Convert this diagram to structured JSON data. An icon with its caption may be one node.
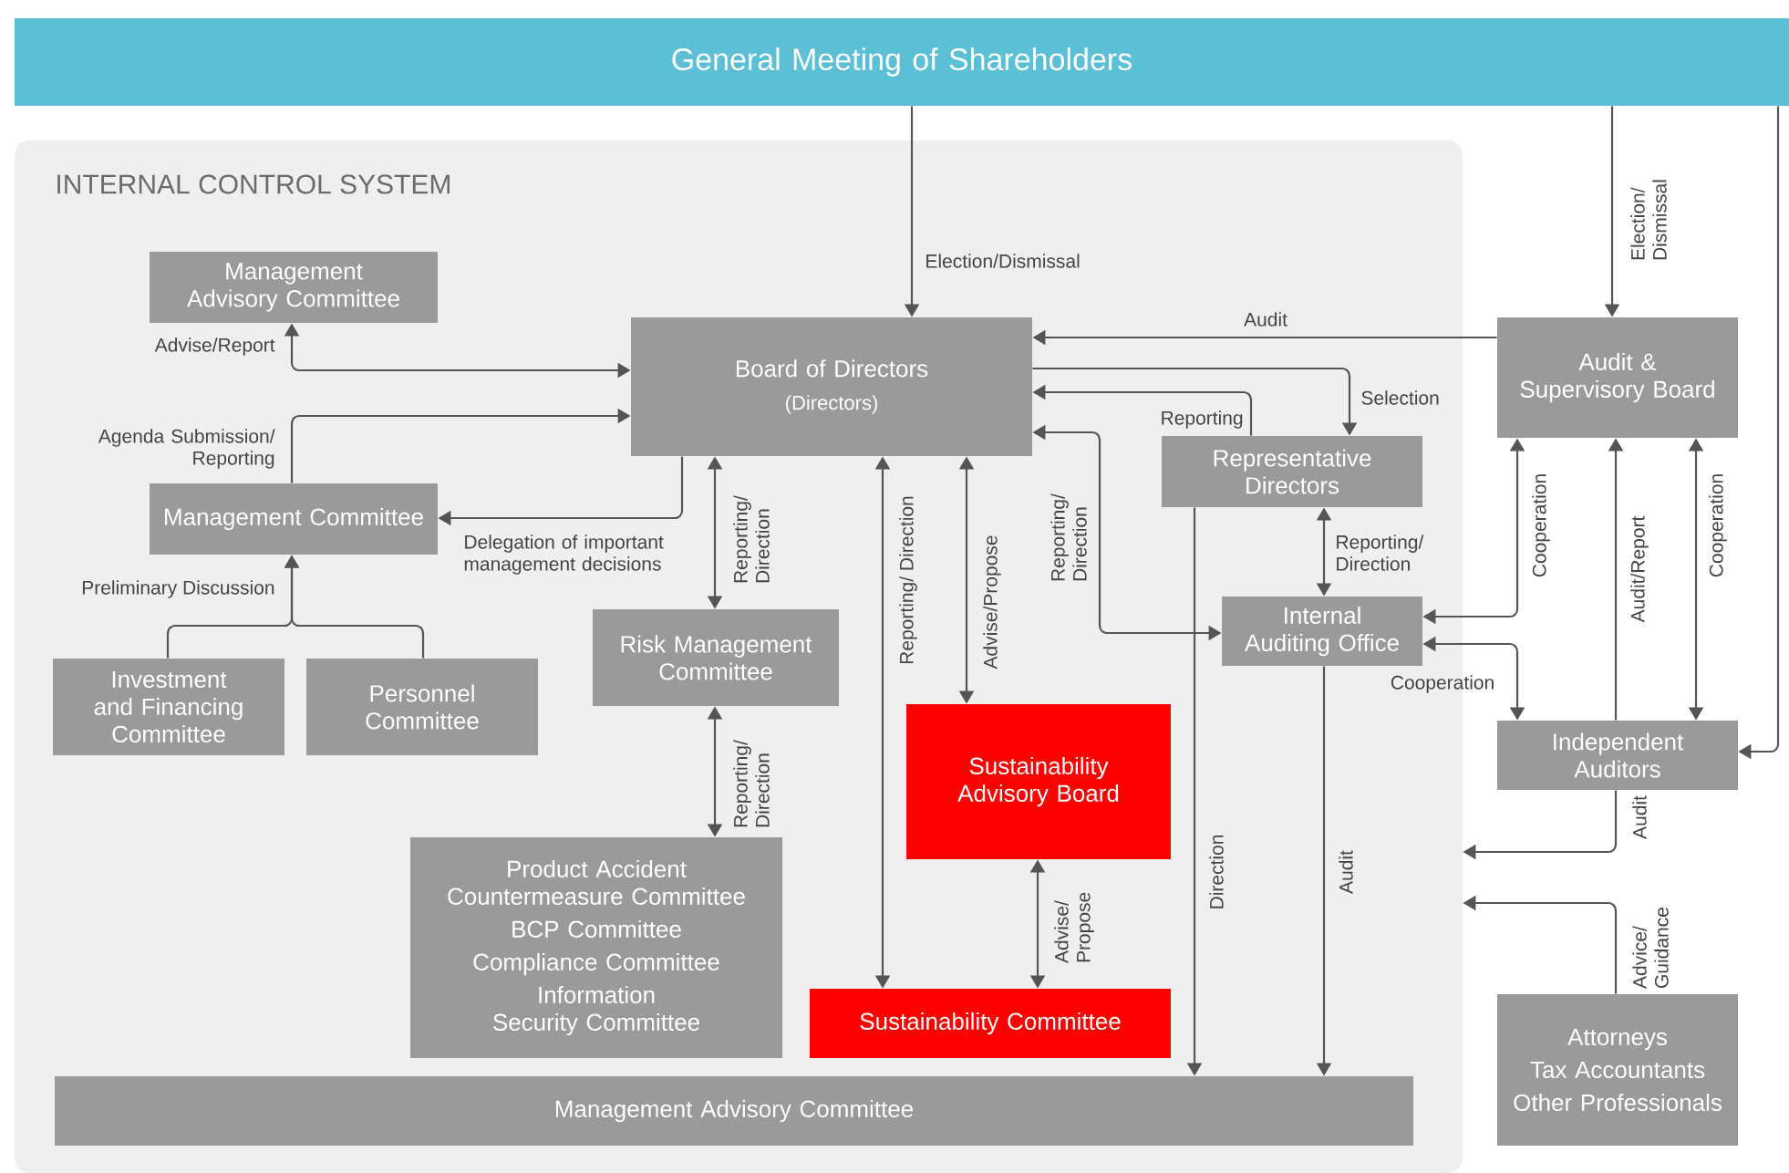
{
  "diagram": {
    "nodes": [
      {
        "text": [
          "General Meeting of Shareholders"
        ]
      },
      {
        "text": [
          "INTERNAL CONTROL SYSTEM"
        ]
      },
      {
        "text": [
          "Management Advisory Committee"
        ],
        "in": 1
      },
      {
        "text": [
          "Board of Directors",
          "(Directors)"
        ],
        "in": 1
      },
      {
        "text": [
          "Management Committee"
        ],
        "in": 1
      },
      {
        "text": [
          "Investment and Financing Committee"
        ],
        "in": 1
      },
      {
        "text": [
          "Personnel Committee"
        ],
        "in": 1
      },
      {
        "text": [
          "Risk Management Committee"
        ],
        "in": 1
      },
      {
        "text": [
          "Representative Directors"
        ],
        "in": 1
      },
      {
        "text": [
          "Internal Auditing Office"
        ],
        "in": 1
      },
      {
        "text": [
          "Sustainability Advisory Board"
        ],
        "in": 1
      },
      {
        "text": [
          "Product Accident Countermeasure Committee",
          "BCP Committee",
          "Compliance Committee",
          "Information Security Committee"
        ],
        "in": 1
      },
      {
        "text": [
          "Sustainability Committee"
        ],
        "in": 1
      },
      {
        "text": [
          "Management Advisory Committee"
        ],
        "in": 1
      },
      {
        "text": [
          "Audit & Supervisory Board"
        ]
      },
      {
        "text": [
          "Independent Auditors"
        ]
      },
      {
        "text": [
          "Attorneys",
          "Tax Accountants",
          "Other Professionals"
        ]
      }
    ],
    "edges": [
      {
        "from": 0,
        "to": 3,
        "arrow": "to",
        "label": "Election/Dismissal"
      },
      {
        "from": 0,
        "to": 14,
        "arrow": "to",
        "label": "Election/ Dismissal"
      },
      {
        "from": 0,
        "to": 15,
        "arrow": "to"
      },
      {
        "from": 2,
        "to": 3,
        "arrow": "both",
        "label": "Advise/Report"
      },
      {
        "from": 4,
        "to": 3,
        "arrow": "to",
        "label": "Agenda Submission/ Reporting"
      },
      {
        "from": 3,
        "to": 4,
        "arrow": "to",
        "label": "Delegation of important management decisions"
      },
      {
        "from": 5,
        "to": 4,
        "arrow": "to",
        "label": "Preliminary Discussion"
      },
      {
        "from": 6,
        "to": 4,
        "arrow": "to"
      },
      {
        "from": 3,
        "to": 7,
        "arrow": "both",
        "label": "Reporting/ Direction"
      },
      {
        "from": 7,
        "to": 11,
        "arrow": "both",
        "label": "Reporting/ Direction"
      },
      {
        "from": 3,
        "to": 12,
        "arrow": "both",
        "label": "Reporting/ Direction"
      },
      {
        "from": 3,
        "to": 10,
        "arrow": "both",
        "label": "Advise/Propose"
      },
      {
        "from": 10,
        "to": 12,
        "arrow": "both",
        "label": "Advise/ Propose"
      },
      {
        "from": 3,
        "to": 9,
        "arrow": "both",
        "label": "Reporting/ Direction"
      },
      {
        "from": 14,
        "to": 3,
        "arrow": "to",
        "label": "Audit"
      },
      {
        "from": 3,
        "to": 8,
        "arrow": "to",
        "label": "Selection"
      },
      {
        "from": 8,
        "to": 3,
        "arrow": "to",
        "label": "Reporting"
      },
      {
        "from": 8,
        "to": 9,
        "arrow": "both",
        "label": "Reporting/ Direction"
      },
      {
        "from": 8,
        "to": 13,
        "arrow": "to",
        "label": "Direction"
      },
      {
        "from": 9,
        "to": 13,
        "arrow": "to",
        "label": "Audit"
      },
      {
        "from": 14,
        "to": 9,
        "arrow": "both",
        "label": "Cooperation"
      },
      {
        "from": 9,
        "to": 15,
        "arrow": "both",
        "label": "Cooperation"
      },
      {
        "from": 15,
        "to": 14,
        "arrow": "to",
        "label": "Audit/Report"
      },
      {
        "from": 14,
        "to": 15,
        "arrow": "both",
        "label": "Cooperation"
      },
      {
        "from": 15,
        "to": 1,
        "arrow": "to",
        "label": "Audit"
      },
      {
        "from": 16,
        "to": 1,
        "arrow": "to",
        "label": "Advice/ Guidance"
      }
    ]
  }
}
